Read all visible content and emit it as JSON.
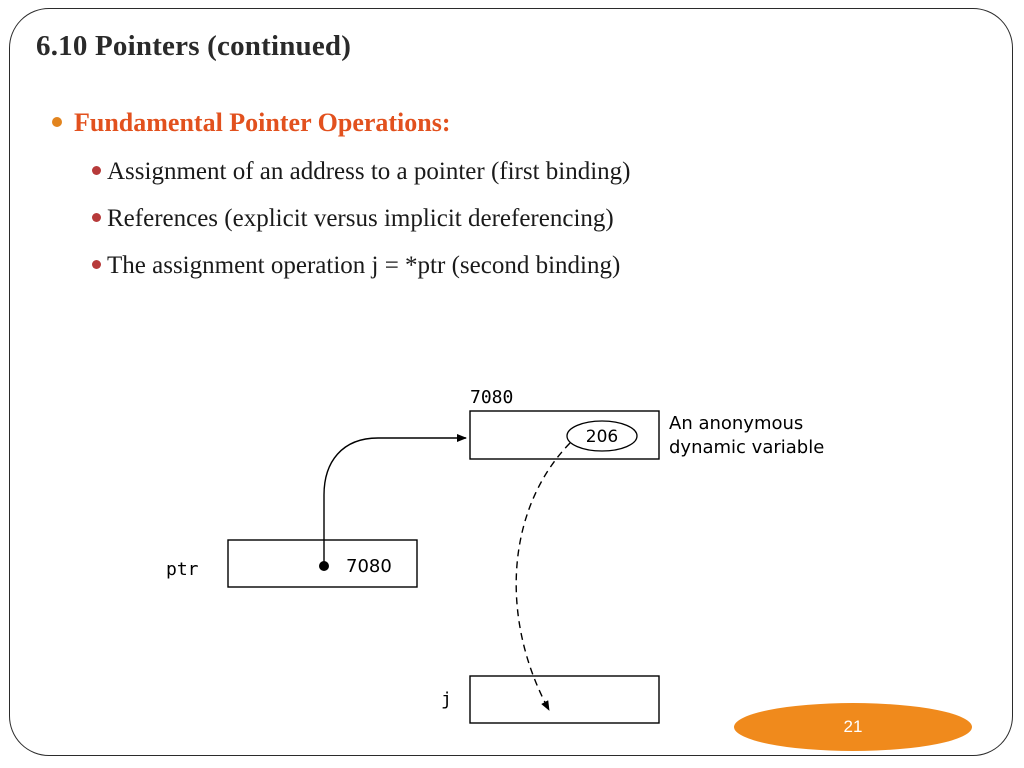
{
  "slide": {
    "title": "6.10 Pointers (continued)",
    "heading": "Fundamental Pointer Operations:",
    "bullets": [
      "Assignment of an address to a pointer (first binding)",
      "References (explicit versus implicit dereferencing)",
      "The assignment operation j = *ptr (second binding)"
    ],
    "page_number": "21"
  },
  "diagram": {
    "ptr_label": "ptr",
    "ptr_value": "7080",
    "anon_address": "7080",
    "anon_value": "206",
    "anon_caption_line1": "An anonymous",
    "anon_caption_line2": "dynamic variable",
    "j_label": "j"
  },
  "colors": {
    "heading": "#e2511e",
    "heading_bullet": "#e2841e",
    "sub_bullet": "#b73a3a",
    "page_badge": "#f08a1c"
  }
}
